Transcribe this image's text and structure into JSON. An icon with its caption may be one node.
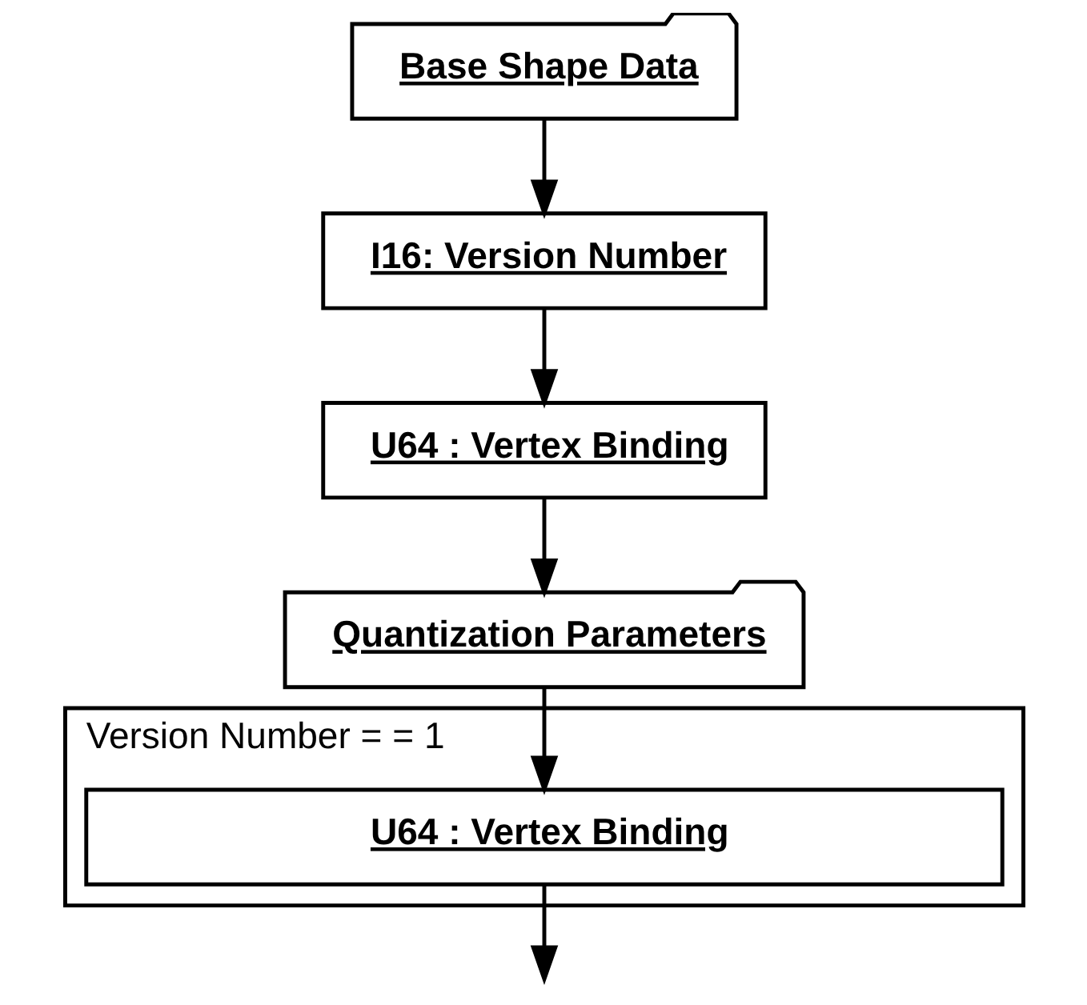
{
  "diagram": {
    "nodes": [
      {
        "text": [
          "Base Shape Data"
        ]
      },
      {
        "text": [
          "I16: Version Number"
        ]
      },
      {
        "text": [
          "U64 : Vertex Binding"
        ]
      },
      {
        "text": [
          "Quantization Parameters"
        ]
      },
      {
        "text": [
          "Version Number = = 1"
        ]
      },
      {
        "text": [
          "U64 : Vertex Binding"
        ],
        "in": 4
      }
    ],
    "edges": [
      {
        "from": 0,
        "to": 1,
        "arrow": "to"
      },
      {
        "from": 1,
        "to": 2,
        "arrow": "to"
      },
      {
        "from": 2,
        "to": 3,
        "arrow": "to"
      },
      {
        "from": 3,
        "to": 5,
        "arrow": "to"
      },
      {
        "from": 5,
        "to": null,
        "arrow": "to"
      }
    ]
  }
}
